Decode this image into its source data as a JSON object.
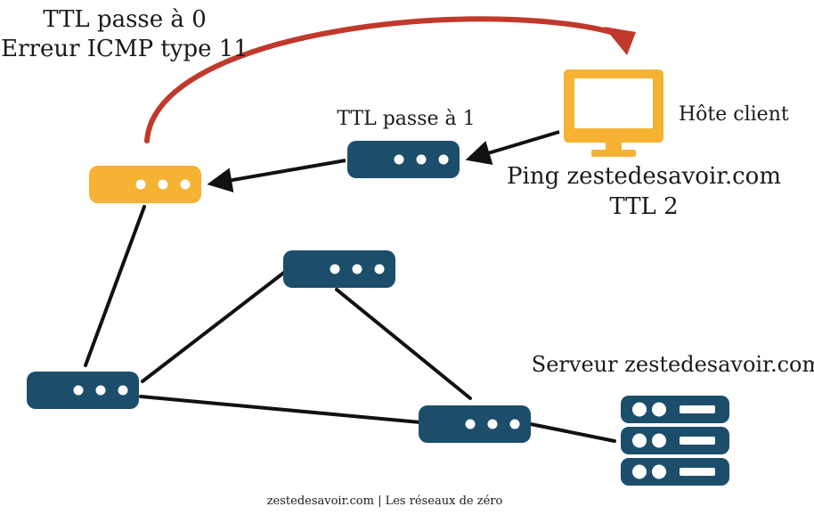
{
  "labels": {
    "ttl_zero_line1": "TTL passe à 0",
    "ttl_zero_line2": "Erreur ICMP type 11",
    "ttl_one": "TTL passe à 1",
    "client": "Hôte client",
    "ping_line1": "Ping zestedesavoir.com",
    "ping_line2": "TTL 2",
    "server": "Serveur zestedesavoir.com",
    "footer": "zestedesavoir.com | Les réseaux de zéro"
  },
  "colors": {
    "router": "#1c4e6b",
    "highlight": "#f6b233",
    "icmp_arrow": "#c0392b",
    "link": "#111111"
  },
  "icons": {
    "router": "router-icon",
    "client": "monitor-icon",
    "server": "server-stack-icon"
  }
}
